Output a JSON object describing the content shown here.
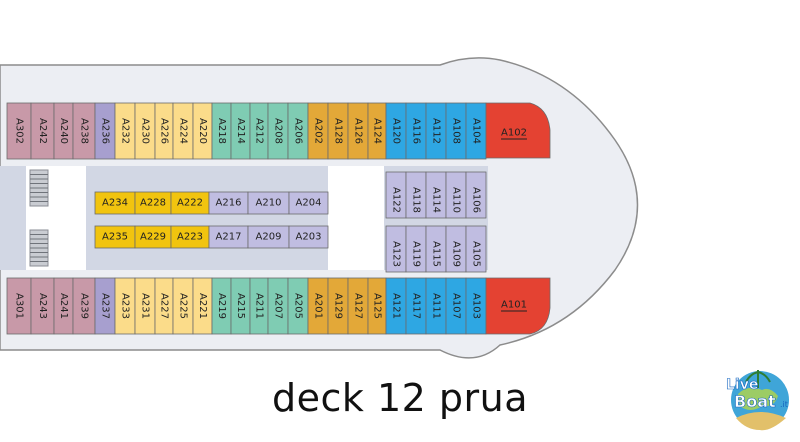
{
  "title": "deck 12 prua",
  "logo": {
    "line1": "Live",
    "line2": "Boat",
    "suffix": ".it"
  },
  "colors": {
    "deck": "#eceef3",
    "hull": "#8c8c8c",
    "corridor": "#d2d7e4",
    "stair": "#c9ccd2",
    "cabin_border": "#6b6b6b",
    "mauve": "#c899a8",
    "purple": "#a79fcf",
    "yellow": "#fbdc8a",
    "gold": "#f1c40f",
    "green": "#7fccb3",
    "lavender": "#c0bde1",
    "orange": "#e3a838",
    "blue": "#2ea7e3",
    "red": "#e44232"
  },
  "cabins": {
    "top": [
      "A302",
      "A242",
      "A240",
      "A238",
      "A236",
      "A232",
      "A230",
      "A226",
      "A224",
      "A220",
      "A218",
      "A214",
      "A212",
      "A208",
      "A206",
      "A202",
      "A128",
      "A126",
      "A124",
      "A120",
      "A116",
      "A112",
      "A108",
      "A104"
    ],
    "bottom": [
      "A301",
      "A243",
      "A241",
      "A239",
      "A237",
      "A233",
      "A231",
      "A227",
      "A225",
      "A221",
      "A219",
      "A215",
      "A211",
      "A207",
      "A205",
      "A201",
      "A129",
      "A127",
      "A125",
      "A121",
      "A117",
      "A111",
      "A107",
      "A103"
    ],
    "inner_top": [
      "A234",
      "A228",
      "A222",
      "A216",
      "A210",
      "A204"
    ],
    "inner_bottom": [
      "A235",
      "A229",
      "A223",
      "A217",
      "A209",
      "A203"
    ],
    "center_top": [
      "A122",
      "A118",
      "A114",
      "A110",
      "A106"
    ],
    "center_bottom": [
      "A123",
      "A119",
      "A115",
      "A109",
      "A105"
    ],
    "suite_top": "A102",
    "suite_bottom": "A101"
  }
}
